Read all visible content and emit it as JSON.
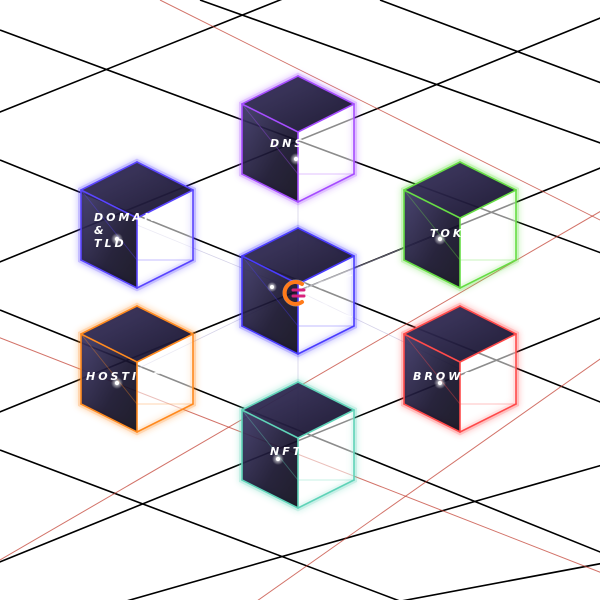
{
  "diagram": {
    "center": {
      "logo": "network-logo-icon",
      "colors": {
        "edge": "#4a3cff",
        "logo_left": "#ff7a1a",
        "logo_right": "#d8207c"
      }
    },
    "nodes": [
      {
        "label_lines": [
          "DNS"
        ],
        "color": "#a64dff"
      },
      {
        "label_lines": [
          "TOKEN"
        ],
        "color": "#66dd44"
      },
      {
        "label_lines": [
          "BROWSER"
        ],
        "color": "#ff4a4a"
      },
      {
        "label_lines": [
          "NFT"
        ],
        "color": "#5fd3b8"
      },
      {
        "label_lines": [
          "HOSTING"
        ],
        "color": "#ff8a1f"
      },
      {
        "label_lines": [
          "DOMAIN",
          "&",
          "TLD"
        ],
        "color": "#5a45ff"
      }
    ],
    "colors": {
      "background": "#ffffff",
      "grid_line": "#000000",
      "grid_accent": "#c0392b",
      "cube_face_top": "#2a2240",
      "cube_face_side": "#1b1630"
    }
  }
}
